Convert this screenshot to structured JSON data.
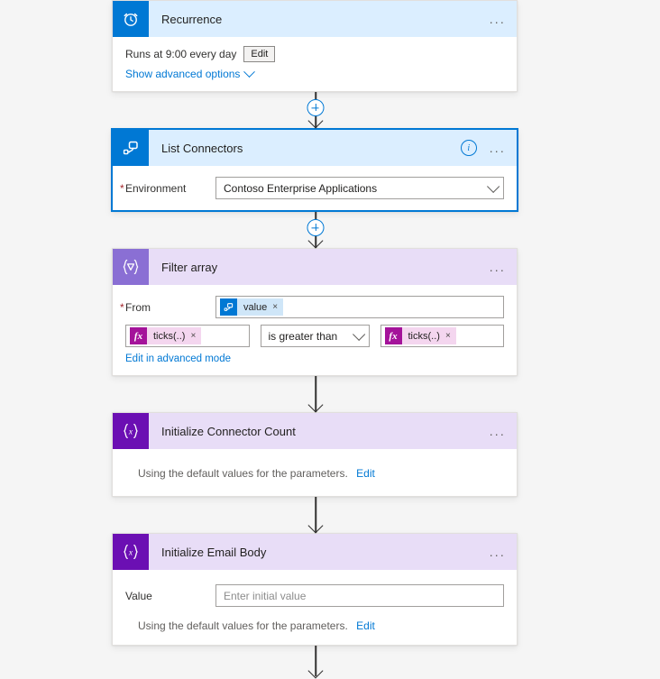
{
  "flow": {
    "steps": [
      {
        "id": "recurrence",
        "title": "Recurrence",
        "icon": "alarm-clock-icon",
        "schedule_text": "Runs at 9:00 every day",
        "edit_label": "Edit",
        "advanced_label": "Show advanced options",
        "more_label": "..."
      },
      {
        "id": "list-connectors",
        "title": "List Connectors",
        "icon": "connector-icon",
        "selected": true,
        "info_label": "i",
        "more_label": "...",
        "field_label": "Environment",
        "field_value": "Contoso Enterprise Applications"
      },
      {
        "id": "filter-array",
        "title": "Filter array",
        "icon": "filter-braces-icon",
        "more_label": "...",
        "from_label": "From",
        "from_token": "value",
        "left_token": "ticks(..)",
        "operator": "is greater than",
        "right_token": "ticks(..)",
        "advanced_label": "Edit in advanced mode",
        "token_close": "×"
      },
      {
        "id": "initialize-connector-count",
        "title": "Initialize Connector Count",
        "icon": "variable-braces-icon",
        "more_label": "...",
        "default_note": "Using the default values for the parameters.",
        "edit_label": "Edit"
      },
      {
        "id": "initialize-email-body",
        "title": "Initialize Email Body",
        "icon": "variable-braces-icon",
        "more_label": "...",
        "value_label": "Value",
        "value_placeholder": "Enter initial value",
        "default_note": "Using the default values for the parameters.",
        "edit_label": "Edit"
      }
    ]
  },
  "colors": {
    "accent_blue": "#0078d4",
    "header_blue": "#dbeeff",
    "header_purple": "#e8ddf7",
    "icon_medium_purple": "#8a6fd4",
    "icon_dark_purple": "#6b0fb3",
    "token_magenta": "#a4139a",
    "canvas": "#f5f5f5"
  }
}
